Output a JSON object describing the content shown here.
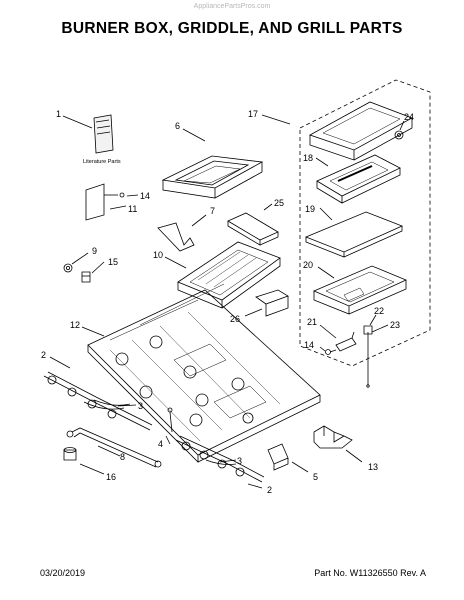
{
  "watermark": "AppliancePartsPros.com",
  "title": "BURNER BOX, GRIDDLE, AND GRILL PARTS",
  "literature_label": "Literature Parts",
  "callouts": {
    "c1": "1",
    "c6": "6",
    "c17": "17",
    "c24": "24",
    "c18": "18",
    "c14": "14",
    "c11": "11",
    "c7": "7",
    "c25": "25",
    "c19": "19",
    "c9": "9",
    "c15": "15",
    "c10": "10",
    "c20": "20",
    "c26": "26",
    "c22": "22",
    "c12": "12",
    "c21": "21",
    "c23": "23",
    "c14b": "14",
    "c2a": "2",
    "c3a": "3",
    "c4": "4",
    "c8": "8",
    "c3b": "3",
    "c13": "13",
    "c5": "5",
    "c16": "16",
    "c2b": "2"
  },
  "footer": {
    "date": "03/20/2019",
    "part_number": "Part No. W11326550  Rev. A"
  }
}
